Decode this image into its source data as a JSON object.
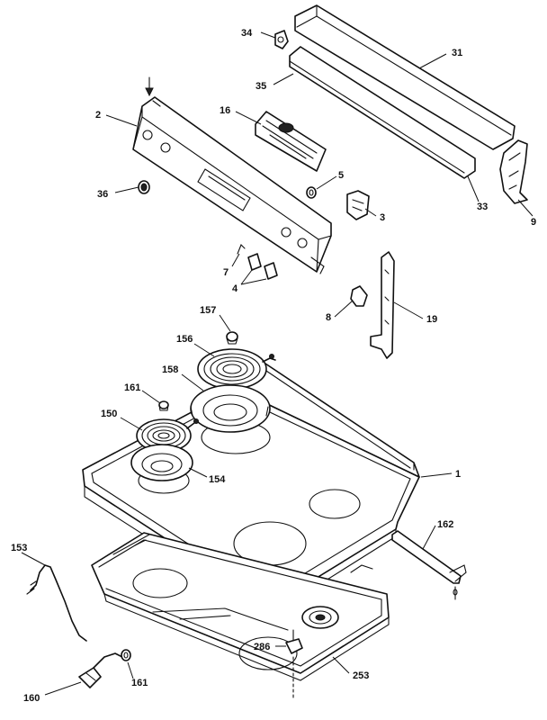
{
  "callouts": [
    {
      "id": "c34",
      "text": "34"
    },
    {
      "id": "c31",
      "text": "31"
    },
    {
      "id": "c35",
      "text": "35"
    },
    {
      "id": "c2",
      "text": "2"
    },
    {
      "id": "c16",
      "text": "16"
    },
    {
      "id": "c5",
      "text": "5"
    },
    {
      "id": "c36",
      "text": "36"
    },
    {
      "id": "c3",
      "text": "3"
    },
    {
      "id": "c33",
      "text": "33"
    },
    {
      "id": "c9",
      "text": "9"
    },
    {
      "id": "c7",
      "text": "7"
    },
    {
      "id": "c4",
      "text": "4"
    },
    {
      "id": "c8",
      "text": "8"
    },
    {
      "id": "c19",
      "text": "19"
    },
    {
      "id": "c157",
      "text": "157"
    },
    {
      "id": "c156",
      "text": "156"
    },
    {
      "id": "c158",
      "text": "158"
    },
    {
      "id": "c161a",
      "text": "161"
    },
    {
      "id": "c150",
      "text": "150"
    },
    {
      "id": "c154",
      "text": "154"
    },
    {
      "id": "c1",
      "text": "1"
    },
    {
      "id": "c162",
      "text": "162"
    },
    {
      "id": "c153",
      "text": "153"
    },
    {
      "id": "c286",
      "text": "286"
    },
    {
      "id": "c253",
      "text": "253"
    },
    {
      "id": "c160",
      "text": "160"
    },
    {
      "id": "c161b",
      "text": "161"
    }
  ]
}
